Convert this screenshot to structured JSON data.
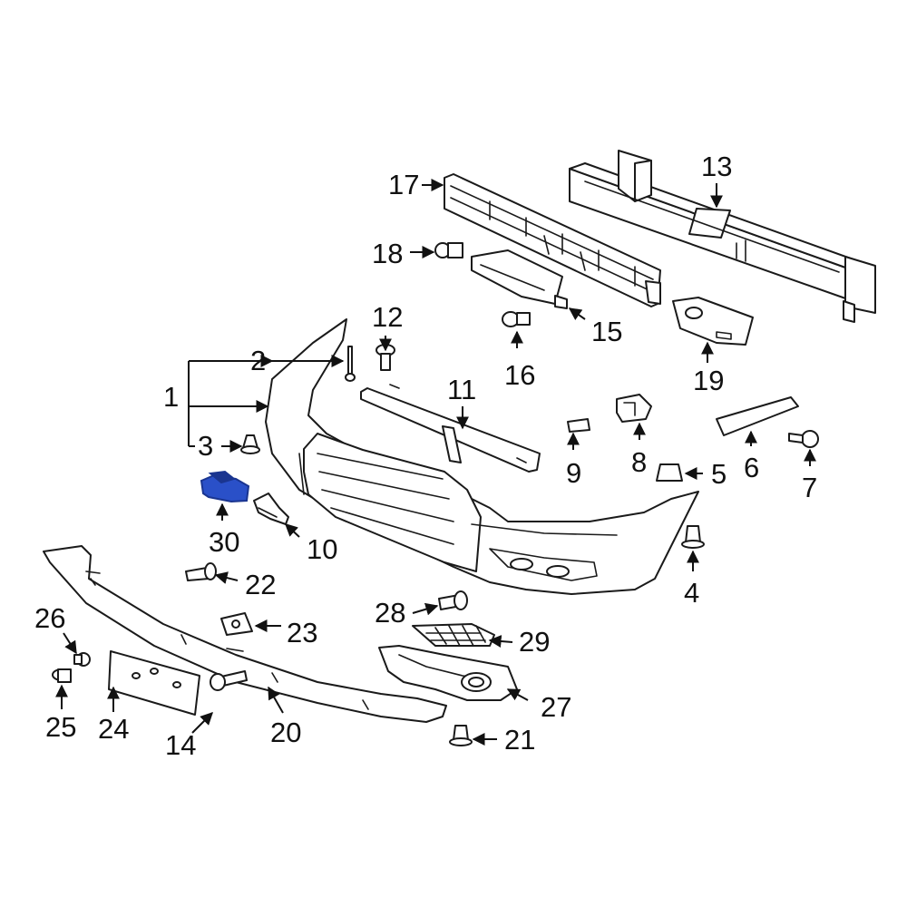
{
  "callouts": [
    {
      "id": "1",
      "text": "1"
    },
    {
      "id": "2",
      "text": "2"
    },
    {
      "id": "3",
      "text": "3"
    },
    {
      "id": "4",
      "text": "4"
    },
    {
      "id": "5",
      "text": "5"
    },
    {
      "id": "6",
      "text": "6"
    },
    {
      "id": "7",
      "text": "7"
    },
    {
      "id": "8",
      "text": "8"
    },
    {
      "id": "9",
      "text": "9"
    },
    {
      "id": "10",
      "text": "10"
    },
    {
      "id": "11",
      "text": "11"
    },
    {
      "id": "12",
      "text": "12"
    },
    {
      "id": "13",
      "text": "13"
    },
    {
      "id": "14",
      "text": "14"
    },
    {
      "id": "15",
      "text": "15"
    },
    {
      "id": "16",
      "text": "16"
    },
    {
      "id": "17",
      "text": "17"
    },
    {
      "id": "18",
      "text": "18"
    },
    {
      "id": "19",
      "text": "19"
    },
    {
      "id": "20",
      "text": "20"
    },
    {
      "id": "21",
      "text": "21"
    },
    {
      "id": "22",
      "text": "22"
    },
    {
      "id": "23",
      "text": "23"
    },
    {
      "id": "24",
      "text": "24"
    },
    {
      "id": "25",
      "text": "25"
    },
    {
      "id": "26",
      "text": "26"
    },
    {
      "id": "27",
      "text": "27"
    },
    {
      "id": "28",
      "text": "28"
    },
    {
      "id": "29",
      "text": "29"
    },
    {
      "id": "30",
      "text": "30"
    }
  ],
  "colors": {
    "highlight": "#2a50c8",
    "highlight_dark": "#1a3590",
    "line": "#1a1a1a",
    "background": "#ffffff"
  }
}
